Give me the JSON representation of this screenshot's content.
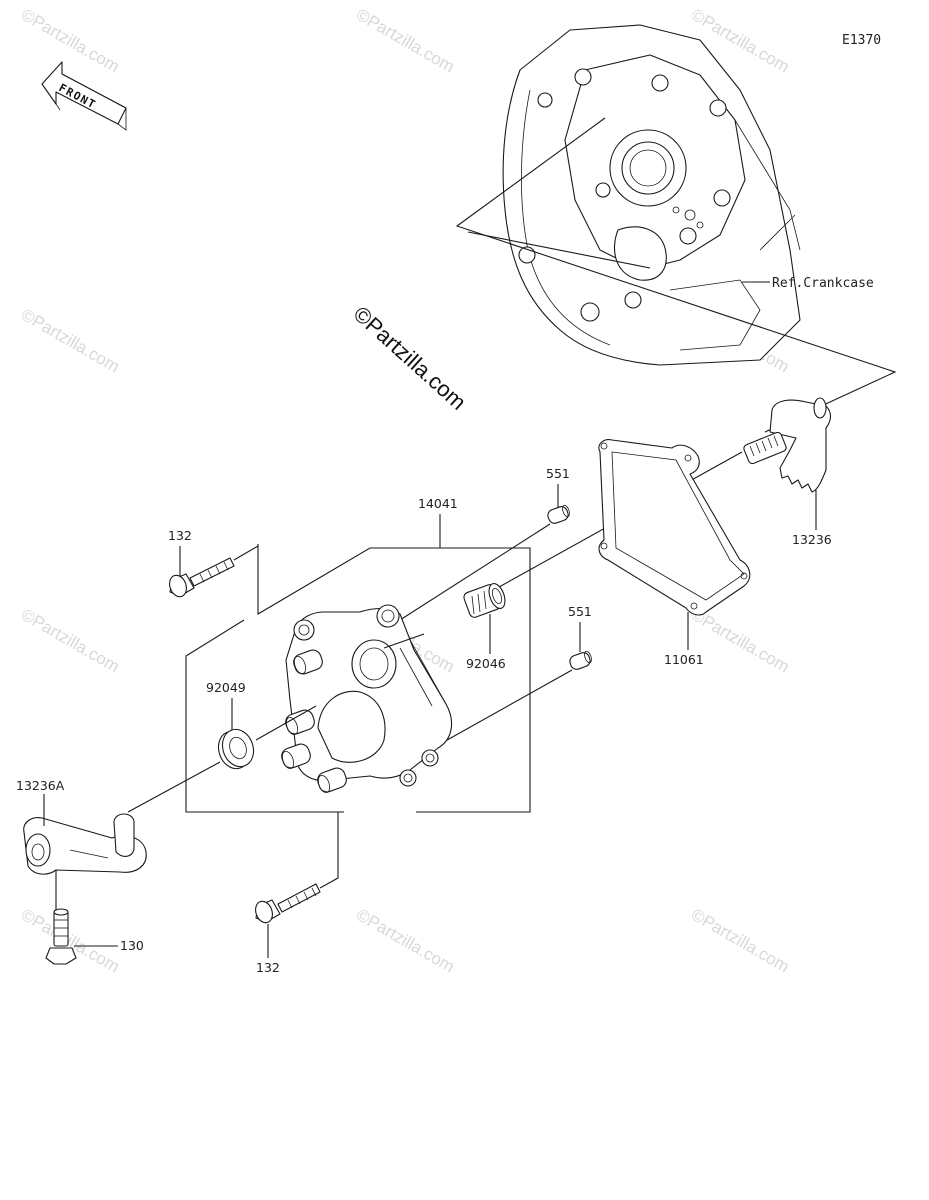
{
  "diagram_code": "E1370",
  "front_arrow_label": "FRONT",
  "watermark_text": "©Partzilla.com",
  "center_watermark_text": "©Partzilla.com",
  "ref_label": "Ref.Crankcase",
  "parts": {
    "p14041": "14041",
    "p551_top": "551",
    "p551_bottom": "551",
    "p132_top": "132",
    "p132_bottom": "132",
    "p92049": "92049",
    "p92046": "92046",
    "p11061": "11061",
    "p13236": "13236",
    "p13236A": "13236A",
    "p130": "130"
  }
}
